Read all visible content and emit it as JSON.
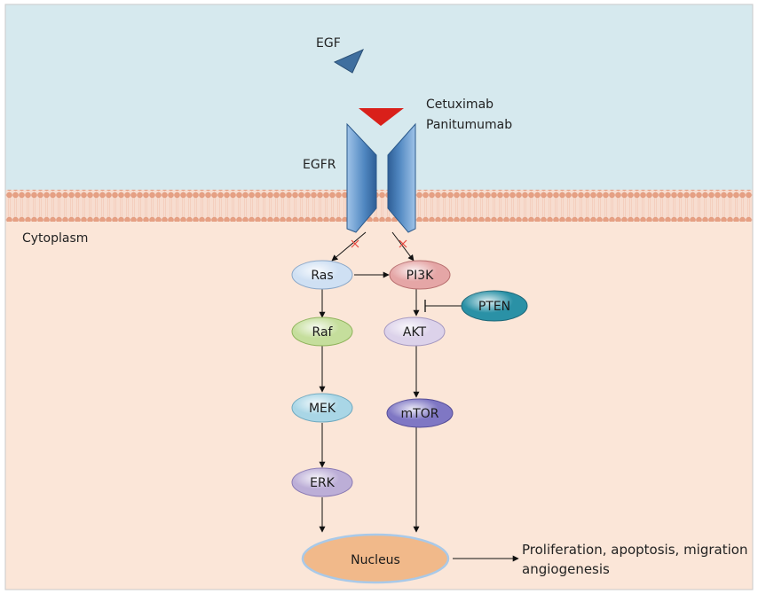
{
  "labels": {
    "egf": "EGF",
    "egfr": "EGFR",
    "drug_1": "Cetuximab",
    "drug_2": "Panitumumab",
    "cytoplasm": "Cytoplasm",
    "outcome_1": "Proliferation, apoptosis, migration",
    "outcome_2": "angiogenesis"
  },
  "nodes": {
    "ras": "Ras",
    "raf": "Raf",
    "mek": "MEK",
    "erk": "ERK",
    "pi3k": "PI3K",
    "akt": "AKT",
    "mtor": "mTOR",
    "pten": "PTEN",
    "nucleus": "Nucleus"
  },
  "colors": {
    "extracellular": "#d6e9ee",
    "cytoplasm": "#fbe6d8",
    "membrane": "#e8a58b",
    "receptor": "#5a8fc6",
    "egf_ligand": "#3f6f9f",
    "antibody": "#d9201a",
    "inhibit_mark": "#e8473f",
    "ras": "#cfe0f3",
    "raf": "#c5de9c",
    "mek": "#a9d6e6",
    "erk": "#bcaed7",
    "pi3k": "#e5a6a6",
    "akt": "#dcd2ea",
    "mtor": "#7f77c4",
    "pten": "#2a91a6",
    "nucleus": "#f1b98a"
  }
}
